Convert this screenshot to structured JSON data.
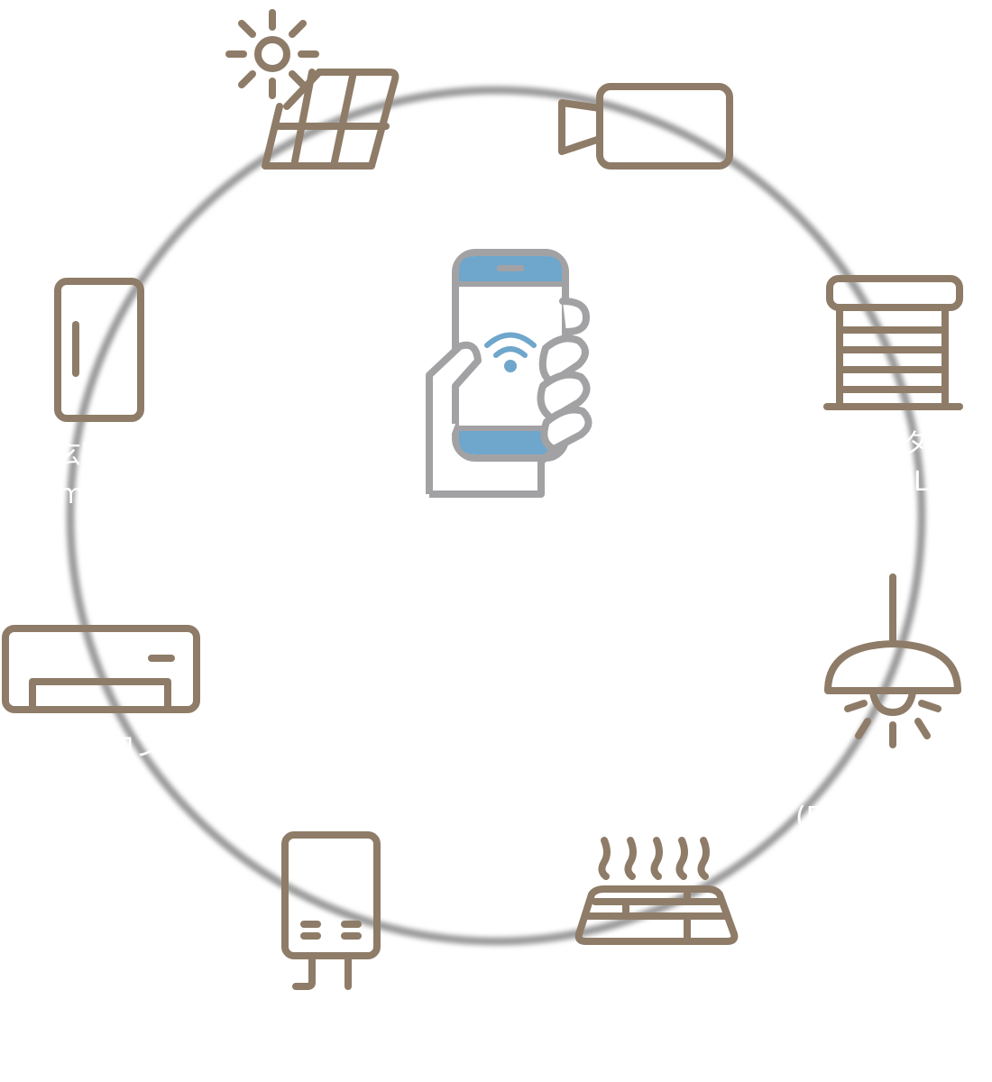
{
  "colors": {
    "background": "#ffffff",
    "icon_stroke": "#8e7c68",
    "ring": "#9a9a9a",
    "phone_stroke": "#a2a2a4",
    "phone_accent": "#6fa6cc",
    "label_text": "#ffffff"
  },
  "hub": {
    "icon": "smartphone-wifi-icon"
  },
  "devices": [
    {
      "icon": "solar-panel-icon"
    },
    {
      "icon": "camera-icon"
    },
    {
      "icon": "shutter-icon"
    },
    {
      "icon": "pendant-light-icon"
    },
    {
      "icon": "floor-heating-icon"
    },
    {
      "icon": "water-heater-icon"
    },
    {
      "icon": "air-conditioner-icon"
    },
    {
      "icon": "door-lock-icon"
    }
  ],
  "label_fragments": {
    "shutter_line1": "タ",
    "shutter_line2": "IL)",
    "door_line1": "玄関",
    "door_line2": "m",
    "aircon": "コン",
    "light": "(F"
  }
}
